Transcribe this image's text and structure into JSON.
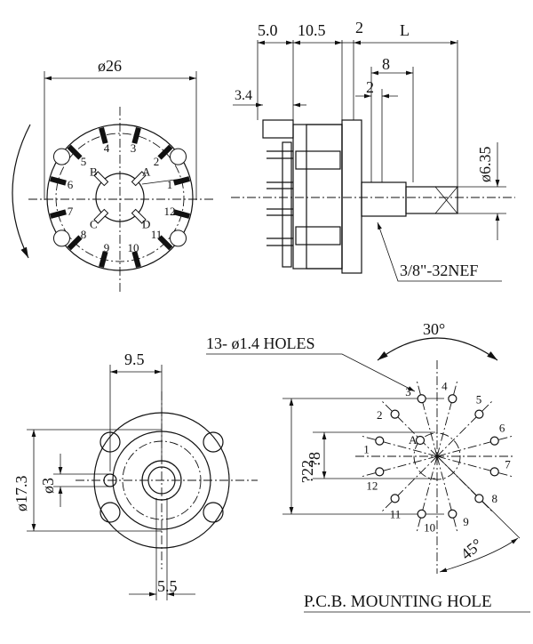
{
  "front_view": {
    "diameter_label": "ø26",
    "terminal_labels": [
      "3",
      "2",
      "1",
      "12",
      "11",
      "10",
      "9",
      "8",
      "7",
      "6",
      "5",
      "4"
    ],
    "rotor_labels": [
      "A",
      "D",
      "C",
      "B"
    ]
  },
  "side_view": {
    "dim_a": "5.0",
    "dim_b": "10.5",
    "dim_c": "2",
    "dim_length": "L",
    "dim_8": "8",
    "dim_2": "2",
    "dim_3_4": "3.4",
    "shaft_diameter": "ø6.35",
    "thread": "3/8\"-32NEF"
  },
  "bottom_view": {
    "dim_9_5": "9.5",
    "dim_17_3": "ø17.3",
    "dim_3": "ø3",
    "dim_5_5": "5.5"
  },
  "pcb_view": {
    "holes_note": "13- ø1.4 HOLES",
    "angle_30": "30°",
    "angle_45": "45°",
    "dim_22": "?22",
    "dim_8": "?8",
    "hole_labels": [
      "4",
      "5",
      "6",
      "7",
      "8",
      "9",
      "10",
      "11",
      "12",
      "1",
      "2",
      "3"
    ],
    "inner_hole_label": "A",
    "title": "P.C.B. MOUNTING HOLE"
  }
}
